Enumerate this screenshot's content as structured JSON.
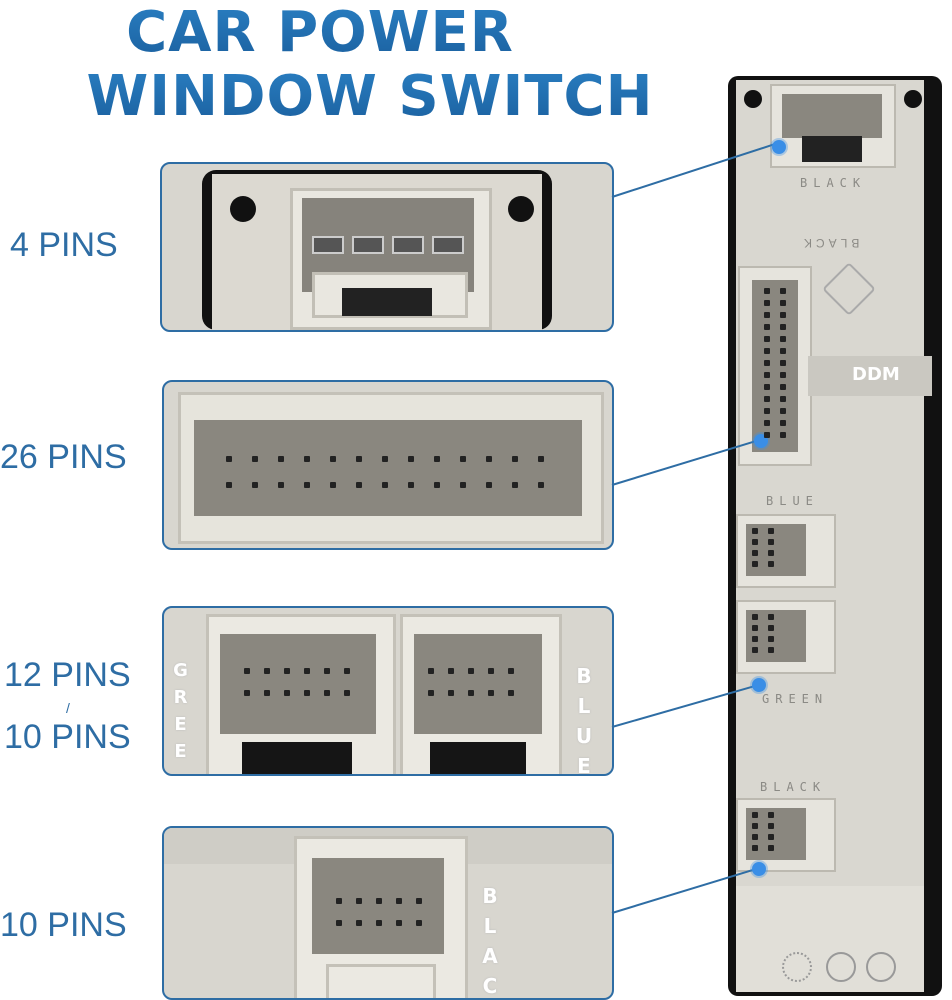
{
  "title": {
    "line1": "CAR POWER",
    "line2": "WINDOW SWITCH"
  },
  "labels": {
    "pins4": "4 PINS",
    "pins26": "26 PINS",
    "pins12": "12 PINS",
    "slash": "/",
    "pins10a": "10 PINS",
    "pins10b": "10 PINS"
  },
  "panel_text": {
    "green": "GREE",
    "blue": "BLUE",
    "black": "BLAC"
  },
  "strip_text": {
    "black_top": "BLACK",
    "black_mid": "BLACK",
    "ddm": "DDM",
    "blue": "BLUE",
    "green": "GREEN",
    "black_low": "BLACK"
  },
  "colors": {
    "accent": "#2e6da4",
    "highlight": "#3a8ee6",
    "title": "#1f6fb2"
  }
}
